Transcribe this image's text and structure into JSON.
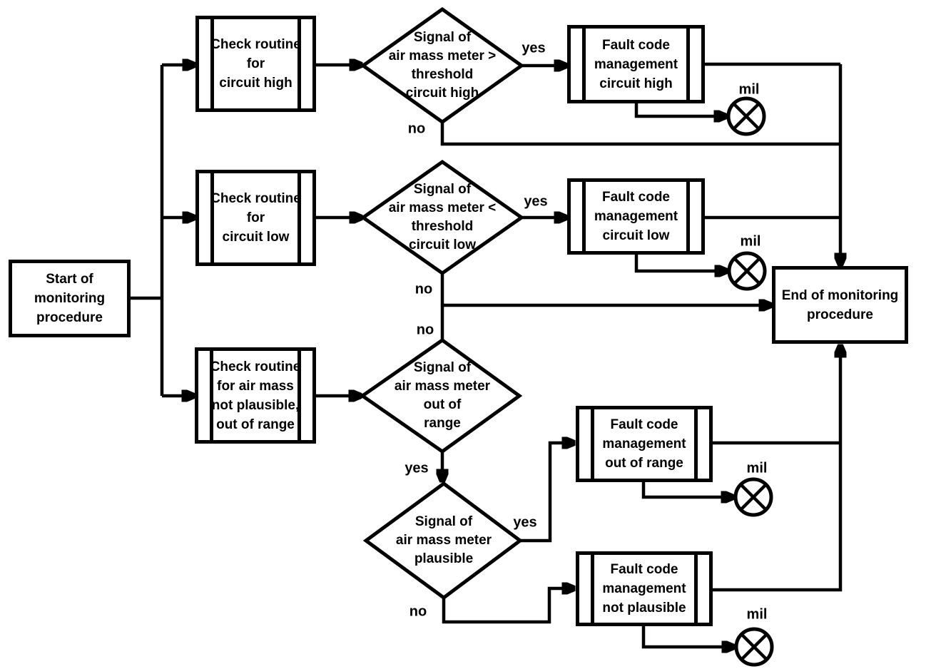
{
  "colors": {
    "ink": "#000000",
    "background": "#ffffff"
  },
  "nodes": {
    "start": {
      "type": "terminal",
      "lines": [
        "Start of monitoring",
        "procedure"
      ]
    },
    "end": {
      "type": "terminal",
      "lines": [
        "End of monitoring",
        "procedure"
      ]
    },
    "check_circuit_high": {
      "type": "predefined-process",
      "lines": [
        "Check routine",
        "for",
        "circuit high"
      ]
    },
    "check_circuit_low": {
      "type": "predefined-process",
      "lines": [
        "Check routine",
        "for",
        "circuit low"
      ]
    },
    "check_plausible": {
      "type": "predefined-process",
      "lines": [
        "Check routine",
        "for air mass",
        "not plausible,",
        "out of range"
      ]
    },
    "decision_circuit_high": {
      "type": "decision",
      "lines": [
        "Signal of",
        "air mass meter >",
        "threshold",
        "circuit high"
      ]
    },
    "decision_circuit_low": {
      "type": "decision",
      "lines": [
        "Signal of",
        "air mass meter <",
        "threshold",
        "circuit low"
      ]
    },
    "decision_out_of_range": {
      "type": "decision",
      "lines": [
        "Signal of",
        "air mass meter",
        "out of",
        "range"
      ]
    },
    "decision_plausible": {
      "type": "decision",
      "lines": [
        "Signal of",
        "air mass meter",
        "plausible"
      ]
    },
    "fault_circuit_high": {
      "type": "predefined-process",
      "lines": [
        "Fault code",
        "management",
        "circuit high"
      ]
    },
    "fault_circuit_low": {
      "type": "predefined-process",
      "lines": [
        "Fault code",
        "management",
        "circuit low"
      ]
    },
    "fault_out_of_range": {
      "type": "predefined-process",
      "lines": [
        "Fault code",
        "management",
        "out of range"
      ]
    },
    "fault_not_plausible": {
      "type": "predefined-process",
      "lines": [
        "Fault code",
        "management",
        "not plausible"
      ]
    }
  },
  "edge_labels": [
    {
      "edge": "circuit-high-yes",
      "text": "yes"
    },
    {
      "edge": "circuit-high-no",
      "text": "no"
    },
    {
      "edge": "circuit-low-yes",
      "text": "yes"
    },
    {
      "edge": "circuit-low-no",
      "text": "no"
    },
    {
      "edge": "out-of-range-no",
      "text": "no"
    },
    {
      "edge": "out-of-range-yes",
      "text": "yes"
    },
    {
      "edge": "plausible-yes",
      "text": "yes"
    },
    {
      "edge": "plausible-no",
      "text": "no"
    }
  ],
  "mil_labels": [
    {
      "text": "mil"
    },
    {
      "text": "mil"
    },
    {
      "text": "mil"
    },
    {
      "text": "mil"
    }
  ]
}
